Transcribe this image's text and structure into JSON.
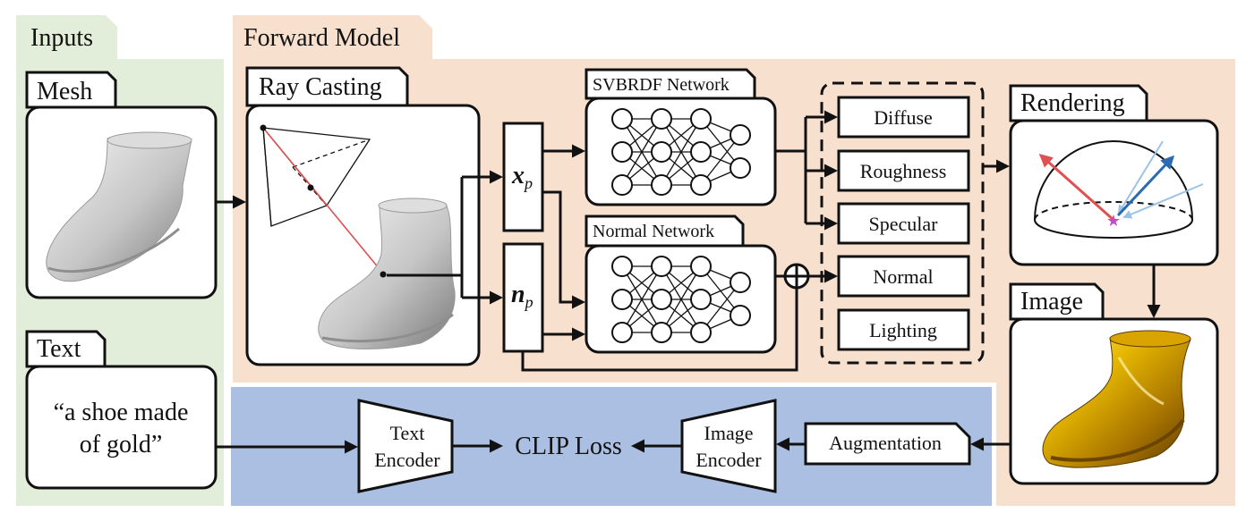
{
  "colors": {
    "inputs_bg": "#e2eed9",
    "forward_bg": "#f8e0cf",
    "loss_bg": "#aabfe1",
    "stroke": "#111111",
    "red_ray": "#e05050",
    "dark_blue": "#2b6cb0",
    "light_blue": "#9cc3e6",
    "star": "#c24fc2",
    "gold_light": "#ffe680",
    "gold_dark": "#7a4f00",
    "gray_light": "#f4f4f4",
    "gray_dark": "#7c7c7c"
  },
  "sections": {
    "inputs": "Inputs",
    "forward_model": "Forward Model"
  },
  "inputs": {
    "mesh_title": "Mesh",
    "text_title": "Text",
    "text_prompt_line1": "“a shoe made",
    "text_prompt_line2": "of gold”"
  },
  "forward": {
    "ray_casting_title": "Ray Casting",
    "xp_var": "x",
    "xp_sub": "p",
    "np_var": "n",
    "np_sub": "p",
    "svbrdf_title": "SVBRDF Network",
    "normal_net_title": "Normal Network",
    "outputs": [
      "Diffuse",
      "Roughness",
      "Specular",
      "Normal",
      "Lighting"
    ],
    "rendering_title": "Rendering",
    "image_title": "Image"
  },
  "loss": {
    "text_encoder_line1": "Text",
    "text_encoder_line2": "Encoder",
    "clip_loss": "CLIP Loss",
    "image_encoder_line1": "Image",
    "image_encoder_line2": "Encoder",
    "augmentation": "Augmentation"
  }
}
